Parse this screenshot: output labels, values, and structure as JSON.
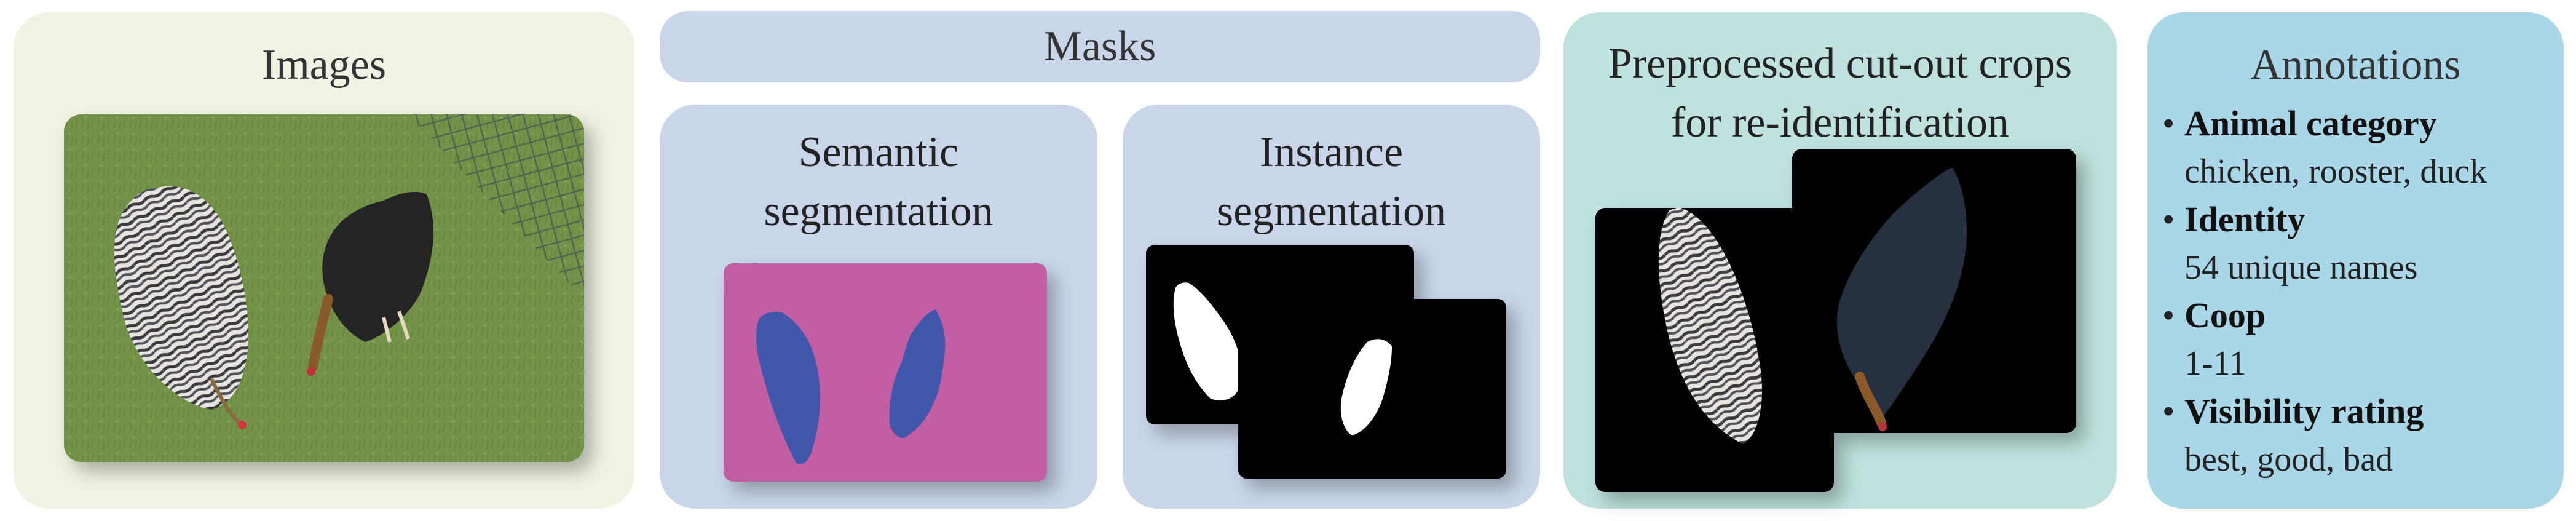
{
  "images": {
    "title": "Images"
  },
  "masks": {
    "title": "Masks",
    "semantic": {
      "title_line1": "Semantic",
      "title_line2": "segmentation"
    },
    "instance": {
      "title_line1": "Instance",
      "title_line2": "segmentation"
    }
  },
  "crops": {
    "title_line1": "Preprocessed cut-out crops",
    "title_line2": "for re-identification"
  },
  "annotations": {
    "title": "Annotations",
    "bullet": "•",
    "items": [
      {
        "label": "Animal category",
        "value": "chicken, rooster, duck"
      },
      {
        "label": "Identity",
        "value": "54 unique names"
      },
      {
        "label": "Coop",
        "value": "1-11"
      },
      {
        "label": "Visibility rating",
        "value": "best, good, bad"
      }
    ]
  },
  "colors": {
    "images_panel": "#f0f3e4",
    "masks_panel": "#c9d6ea",
    "crops_panel": "#bfe2de",
    "annotations_panel": "#a9d7e7",
    "semantic_background": "#c25ea3",
    "semantic_foreground": "#4157ab"
  }
}
